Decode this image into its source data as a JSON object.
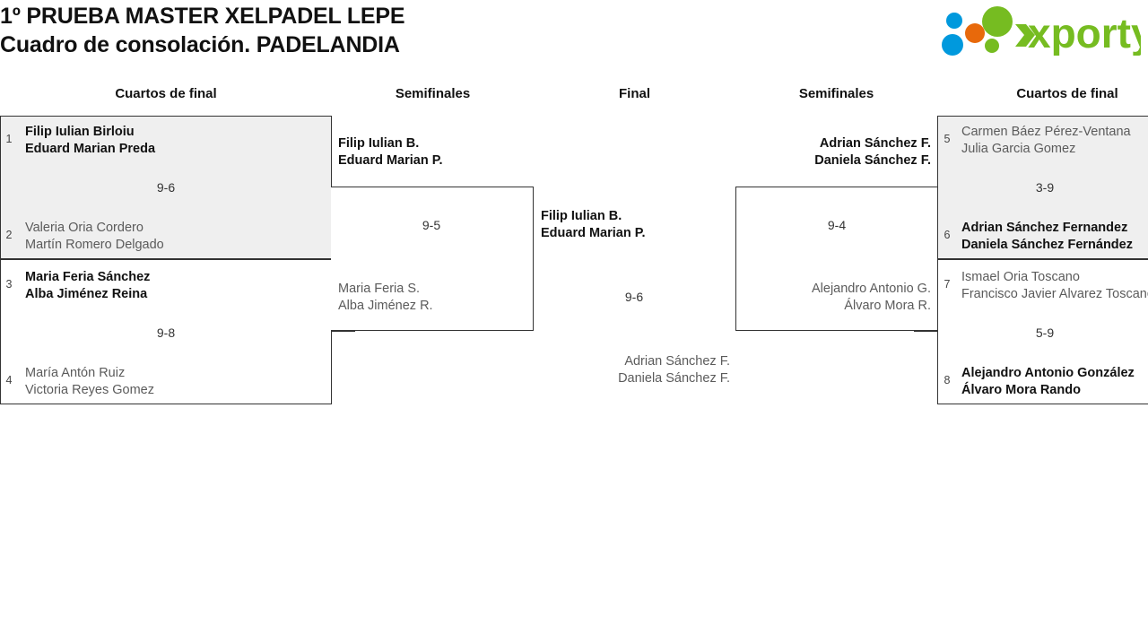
{
  "header": {
    "title_line1": "1º PRUEBA MASTER XELPADEL LEPE",
    "title_line2": "Cuadro de consolación. PADELANDIA",
    "logo_text": "xporty",
    "logo_colors": {
      "green": "#76bc21",
      "blue": "#0099dd",
      "orange": "#e8690b"
    }
  },
  "columns": {
    "qf_left": "Cuartos de final",
    "sf_left": "Semifinales",
    "final": "Final",
    "sf_right": "Semifinales",
    "qf_right": "Cuartos de final"
  },
  "matches": {
    "qf1": {
      "seed_top": "1",
      "top_p1": "Filip Iulian Birloiu",
      "top_p2": "Eduard Marian Preda",
      "seed_bottom": "2",
      "bottom_p1": "Valeria Oria Cordero",
      "bottom_p2": "Martín Romero Delgado",
      "score": "9-6"
    },
    "qf2": {
      "seed_top": "3",
      "top_p1": "Maria Feria Sánchez",
      "top_p2": "Alba Jiménez Reina",
      "seed_bottom": "4",
      "bottom_p1": "María Antón Ruiz",
      "bottom_p2": "Victoria Reyes Gomez",
      "score": "9-8"
    },
    "sf_left": {
      "top_p1": "Filip Iulian B.",
      "top_p2": "Eduard Marian P.",
      "bottom_p1": "Maria Feria S.",
      "bottom_p2": "Alba Jiménez R.",
      "score": "9-5"
    },
    "final": {
      "top_p1": "Filip Iulian B.",
      "top_p2": "Eduard Marian P.",
      "bottom_p1": "Adrian Sánchez F.",
      "bottom_p2": "Daniela Sánchez F.",
      "score": "9-6"
    },
    "sf_right": {
      "top_p1": "Adrian Sánchez F.",
      "top_p2": "Daniela Sánchez F.",
      "bottom_p1": "Alejandro Antonio G.",
      "bottom_p2": "Álvaro Mora R.",
      "score": "9-4"
    },
    "qf3": {
      "seed_top": "5",
      "top_p1": "Carmen Báez Pérez-Ventana",
      "top_p2": "Julia Garcia Gomez",
      "seed_bottom": "6",
      "bottom_p1": "Adrian Sánchez Fernandez",
      "bottom_p2": "Daniela Sánchez Fernández",
      "score": "3-9"
    },
    "qf4": {
      "seed_top": "7",
      "top_p1": "Ismael Oria Toscano",
      "top_p2": "Francisco Javier Alvarez Toscano",
      "seed_bottom": "8",
      "bottom_p1": "Alejandro Antonio González",
      "bottom_p2": "Álvaro Mora Rando",
      "score": "5-9"
    }
  }
}
